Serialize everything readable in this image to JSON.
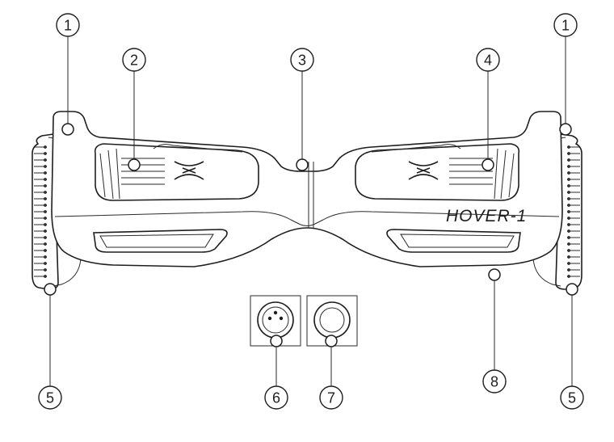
{
  "diagram": {
    "brand_text": "HOVER-1",
    "callouts": [
      "1",
      "2",
      "3",
      "4",
      "1",
      "5",
      "6",
      "7",
      "8",
      "5"
    ]
  }
}
